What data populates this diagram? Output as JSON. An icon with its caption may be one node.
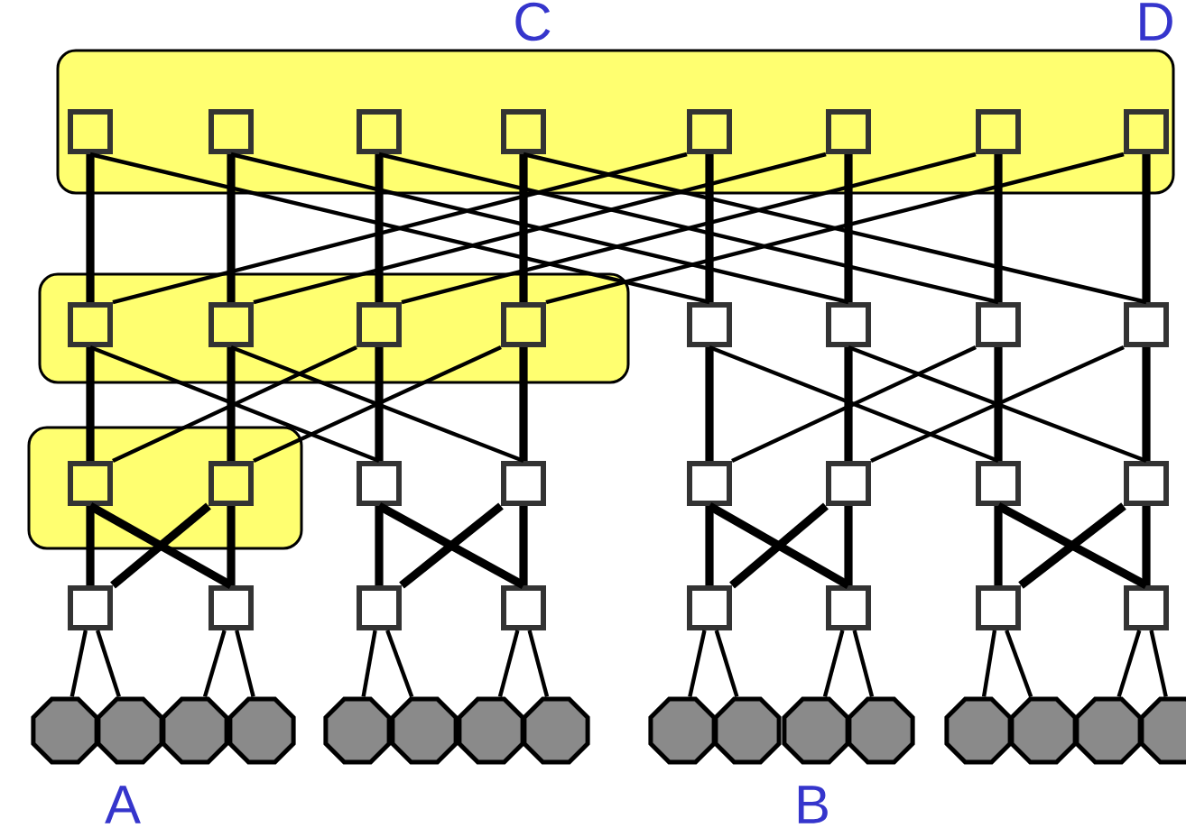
{
  "diagram": {
    "nodes": [
      {
        "text": [],
        "shape": "box"
      },
      {
        "text": [],
        "shape": "box",
        "in": 0
      },
      {
        "text": [],
        "shape": "box",
        "in": 0
      },
      {
        "text": [],
        "shape": "box",
        "in": 0
      },
      {
        "text": [],
        "shape": "box",
        "in": 0
      },
      {
        "text": [],
        "shape": "box",
        "in": 0
      },
      {
        "text": [],
        "shape": "box",
        "in": 0
      },
      {
        "text": [],
        "shape": "box",
        "in": 0
      },
      {
        "text": [],
        "shape": "box",
        "in": 0
      },
      {
        "text": [],
        "shape": "box"
      },
      {
        "text": [],
        "shape": "box",
        "in": 9
      },
      {
        "text": [],
        "shape": "box",
        "in": 9
      },
      {
        "text": [],
        "shape": "box",
        "in": 9
      },
      {
        "text": [],
        "shape": "box",
        "in": 9
      },
      {
        "text": [],
        "shape": "box"
      },
      {
        "text": [],
        "shape": "box"
      },
      {
        "text": [],
        "shape": "box"
      },
      {
        "text": [],
        "shape": "box"
      },
      {
        "text": [],
        "shape": "box"
      },
      {
        "text": [],
        "shape": "box",
        "in": 18
      },
      {
        "text": [],
        "shape": "box",
        "in": 18
      },
      {
        "text": [],
        "shape": "box"
      },
      {
        "text": [],
        "shape": "box"
      },
      {
        "text": [],
        "shape": "box"
      },
      {
        "text": [],
        "shape": "box"
      },
      {
        "text": [],
        "shape": "box"
      },
      {
        "text": [],
        "shape": "box"
      },
      {
        "text": [],
        "shape": "box"
      },
      {
        "text": [],
        "shape": "box"
      },
      {
        "text": [],
        "shape": "box"
      },
      {
        "text": [],
        "shape": "box"
      },
      {
        "text": [],
        "shape": "box"
      },
      {
        "text": [],
        "shape": "box"
      },
      {
        "text": [],
        "shape": "box"
      },
      {
        "text": [],
        "shape": "box"
      },
      {
        "text": [],
        "shape": "octagon"
      },
      {
        "text": [],
        "shape": "octagon"
      },
      {
        "text": [],
        "shape": "octagon"
      },
      {
        "text": [],
        "shape": "octagon"
      },
      {
        "text": [],
        "shape": "octagon"
      },
      {
        "text": [],
        "shape": "octagon"
      },
      {
        "text": [],
        "shape": "octagon"
      },
      {
        "text": [],
        "shape": "octagon"
      },
      {
        "text": [],
        "shape": "octagon"
      },
      {
        "text": [],
        "shape": "octagon"
      },
      {
        "text": [],
        "shape": "octagon"
      },
      {
        "text": [],
        "shape": "octagon"
      },
      {
        "text": [],
        "shape": "octagon"
      },
      {
        "text": [],
        "shape": "octagon"
      },
      {
        "text": [],
        "shape": "octagon"
      },
      {
        "text": [],
        "shape": "octagon"
      }
    ],
    "edges": [
      {
        "from": 1,
        "to": 10,
        "arrow": "none",
        "style": "thick"
      },
      {
        "from": 2,
        "to": 11,
        "arrow": "none",
        "style": "thick"
      },
      {
        "from": 3,
        "to": 12,
        "arrow": "none",
        "style": "thick"
      },
      {
        "from": 4,
        "to": 13,
        "arrow": "none",
        "style": "thick"
      },
      {
        "from": 5,
        "to": 14,
        "arrow": "none",
        "style": "thick"
      },
      {
        "from": 6,
        "to": 15,
        "arrow": "none",
        "style": "thick"
      },
      {
        "from": 7,
        "to": 16,
        "arrow": "none",
        "style": "thick"
      },
      {
        "from": 8,
        "to": 17,
        "arrow": "none",
        "style": "thick"
      },
      {
        "from": 1,
        "to": 14,
        "arrow": "none"
      },
      {
        "from": 2,
        "to": 15,
        "arrow": "none"
      },
      {
        "from": 3,
        "to": 16,
        "arrow": "none"
      },
      {
        "from": 4,
        "to": 17,
        "arrow": "none"
      },
      {
        "from": 5,
        "to": 10,
        "arrow": "none"
      },
      {
        "from": 6,
        "to": 11,
        "arrow": "none"
      },
      {
        "from": 7,
        "to": 12,
        "arrow": "none"
      },
      {
        "from": 8,
        "to": 13,
        "arrow": "none"
      },
      {
        "from": 10,
        "to": 19,
        "arrow": "none",
        "style": "thick"
      },
      {
        "from": 11,
        "to": 20,
        "arrow": "none",
        "style": "thick"
      },
      {
        "from": 12,
        "to": 21,
        "arrow": "none",
        "style": "thick"
      },
      {
        "from": 13,
        "to": 22,
        "arrow": "none",
        "style": "thick"
      },
      {
        "from": 14,
        "to": 23,
        "arrow": "none",
        "style": "thick"
      },
      {
        "from": 15,
        "to": 24,
        "arrow": "none",
        "style": "thick"
      },
      {
        "from": 16,
        "to": 25,
        "arrow": "none",
        "style": "thick"
      },
      {
        "from": 17,
        "to": 26,
        "arrow": "none",
        "style": "thick"
      },
      {
        "from": 10,
        "to": 21,
        "arrow": "none"
      },
      {
        "from": 11,
        "to": 22,
        "arrow": "none"
      },
      {
        "from": 12,
        "to": 19,
        "arrow": "none"
      },
      {
        "from": 13,
        "to": 20,
        "arrow": "none"
      },
      {
        "from": 14,
        "to": 25,
        "arrow": "none"
      },
      {
        "from": 15,
        "to": 26,
        "arrow": "none"
      },
      {
        "from": 16,
        "to": 23,
        "arrow": "none"
      },
      {
        "from": 17,
        "to": 24,
        "arrow": "none"
      },
      {
        "from": 19,
        "to": 27,
        "arrow": "none",
        "style": "thick"
      },
      {
        "from": 20,
        "to": 28,
        "arrow": "none",
        "style": "thick"
      },
      {
        "from": 21,
        "to": 29,
        "arrow": "none",
        "style": "thick"
      },
      {
        "from": 22,
        "to": 30,
        "arrow": "none",
        "style": "thick"
      },
      {
        "from": 23,
        "to": 31,
        "arrow": "none",
        "style": "thick"
      },
      {
        "from": 24,
        "to": 32,
        "arrow": "none",
        "style": "thick"
      },
      {
        "from": 25,
        "to": 33,
        "arrow": "none",
        "style": "thick"
      },
      {
        "from": 26,
        "to": 34,
        "arrow": "none",
        "style": "thick"
      },
      {
        "from": 19,
        "to": 28,
        "arrow": "none",
        "style": "thick"
      },
      {
        "from": 20,
        "to": 27,
        "arrow": "none",
        "style": "thick"
      },
      {
        "from": 21,
        "to": 30,
        "arrow": "none",
        "style": "thick"
      },
      {
        "from": 22,
        "to": 29,
        "arrow": "none",
        "style": "thick"
      },
      {
        "from": 23,
        "to": 32,
        "arrow": "none",
        "style": "thick"
      },
      {
        "from": 24,
        "to": 31,
        "arrow": "none",
        "style": "thick"
      },
      {
        "from": 25,
        "to": 34,
        "arrow": "none",
        "style": "thick"
      },
      {
        "from": 26,
        "to": 33,
        "arrow": "none",
        "style": "thick"
      },
      {
        "from": 27,
        "to": 35,
        "arrow": "none"
      },
      {
        "from": 27,
        "to": 36,
        "arrow": "none"
      },
      {
        "from": 28,
        "to": 37,
        "arrow": "none"
      },
      {
        "from": 28,
        "to": 38,
        "arrow": "none"
      },
      {
        "from": 29,
        "to": 39,
        "arrow": "none"
      },
      {
        "from": 29,
        "to": 40,
        "arrow": "none"
      },
      {
        "from": 30,
        "to": 41,
        "arrow": "none"
      },
      {
        "from": 30,
        "to": 42,
        "arrow": "none"
      },
      {
        "from": 31,
        "to": 43,
        "arrow": "none"
      },
      {
        "from": 31,
        "to": 44,
        "arrow": "none"
      },
      {
        "from": 32,
        "to": 45,
        "arrow": "none"
      },
      {
        "from": 32,
        "to": 46,
        "arrow": "none"
      },
      {
        "from": 33,
        "to": 47,
        "arrow": "none"
      },
      {
        "from": 33,
        "to": 48,
        "arrow": "none"
      },
      {
        "from": 34,
        "to": 49,
        "arrow": "none"
      },
      {
        "from": 34,
        "to": 50,
        "arrow": "none"
      }
    ],
    "labels": [
      "C",
      "D",
      "A",
      "B"
    ]
  }
}
